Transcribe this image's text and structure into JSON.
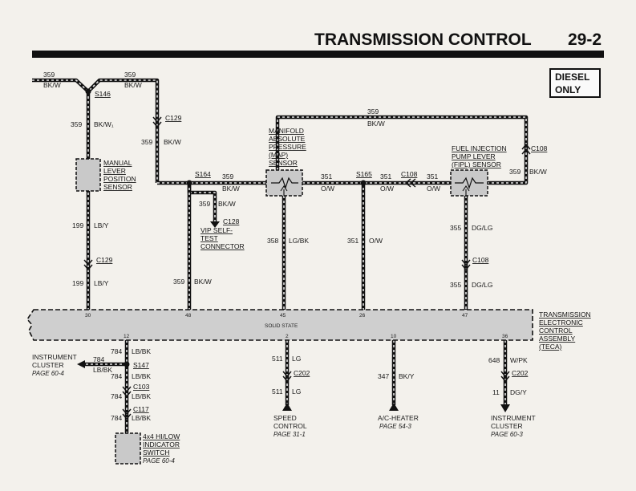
{
  "page": {
    "title": "TRANSMISSION CONTROL",
    "page_number": "29-2",
    "badge": [
      "DIESEL",
      "ONLY"
    ]
  },
  "module": {
    "name_lines": [
      "TRANSMISSION",
      "ELECTRONIC",
      "CONTROL",
      "ASSEMBLY",
      "(TECA)"
    ],
    "center_label": "SOLID STATE",
    "pins_top": [
      "30",
      "48",
      "45",
      "26",
      "47"
    ],
    "pins_bottom": [
      "12",
      "2",
      "10",
      "36"
    ]
  },
  "components": {
    "map_sensor": [
      "MANIFOLD",
      "ABSOLUTE",
      "PRESSURE",
      "(MAP)",
      "SENSOR"
    ],
    "fipl_sensor": [
      "FUEL INJECTION",
      "PUMP LEVER",
      "(FIPL) SENSOR"
    ],
    "manual_lever": [
      "MANUAL",
      "LEVER",
      "POSITION",
      "SENSOR"
    ],
    "vip_connector": [
      "VIP SELF-",
      "TEST",
      "CONNECTOR"
    ],
    "indicator_switch": [
      "4x4 HI/LOW",
      "INDICATOR",
      "SWITCH"
    ],
    "indicator_switch_ref": "PAGE 60-4",
    "instrument_cluster_left": [
      "INSTRUMENT",
      "CLUSTER"
    ],
    "instrument_cluster_left_ref": "PAGE 60-4",
    "speed_control": [
      "SPEED",
      "CONTROL"
    ],
    "speed_control_ref": "PAGE 31-1",
    "ac_heater": [
      "A/C-HEATER"
    ],
    "ac_heater_ref": "PAGE 54-3",
    "instrument_cluster_right": [
      "INSTRUMENT",
      "CLUSTER"
    ],
    "instrument_cluster_right_ref": "PAGE 60-3"
  },
  "splices": {
    "s146": "S146",
    "s164": "S164",
    "s165": "S165",
    "s147": "S147"
  },
  "connectors": {
    "c129_top": "C129",
    "c108_right": "C108",
    "c108_mid": "C108",
    "c128": "C128",
    "c129_left": "C129",
    "c108_lower": "C108",
    "c103": "C103",
    "c117": "C117",
    "c202_a": "C202",
    "c202_b": "C202"
  },
  "wires": {
    "w_top_left": [
      "359",
      "BK/W"
    ],
    "w_top_mid": [
      "359",
      "BK/W"
    ],
    "w_s146_down": [
      "359",
      "BK/W₁"
    ],
    "w_c129_down": [
      "359",
      "BK/W"
    ],
    "w_top_run": [
      "359",
      "BK/W"
    ],
    "w_s164_right": [
      "359",
      "BK/W"
    ],
    "w_vip": [
      "359",
      "BK/W"
    ],
    "w_fipl_right": [
      "359",
      "BK/W"
    ],
    "w_351_a": [
      "351",
      "O/W"
    ],
    "w_351_b": [
      "351",
      "O/W"
    ],
    "w_351_c": [
      "351",
      "O/W"
    ],
    "w_lever_a": [
      "199",
      "LB/Y"
    ],
    "w_lever_b": [
      "199",
      "LB/Y"
    ],
    "w_48": [
      "359",
      "BK/W"
    ],
    "w_map": [
      "358",
      "LG/BK"
    ],
    "w_26": [
      "351",
      "O/W"
    ],
    "w_fipl_a": [
      "355",
      "DG/LG"
    ],
    "w_fipl_b": [
      "355",
      "DG/LG"
    ],
    "w_784_a": [
      "784",
      "LB/BK"
    ],
    "w_784_cl": [
      "784",
      "LB/BK"
    ],
    "w_784_b": [
      "784",
      "LB/BK"
    ],
    "w_784_c": [
      "784",
      "LB/BK"
    ],
    "w_784_d": [
      "784",
      "LB/BK"
    ],
    "w_511_a": [
      "511",
      "LG"
    ],
    "w_511_b": [
      "511",
      "LG"
    ],
    "w_347": [
      "347",
      "BK/Y"
    ],
    "w_648": [
      "648",
      "W/PK"
    ],
    "w_11": [
      "11",
      "DG/Y"
    ]
  }
}
